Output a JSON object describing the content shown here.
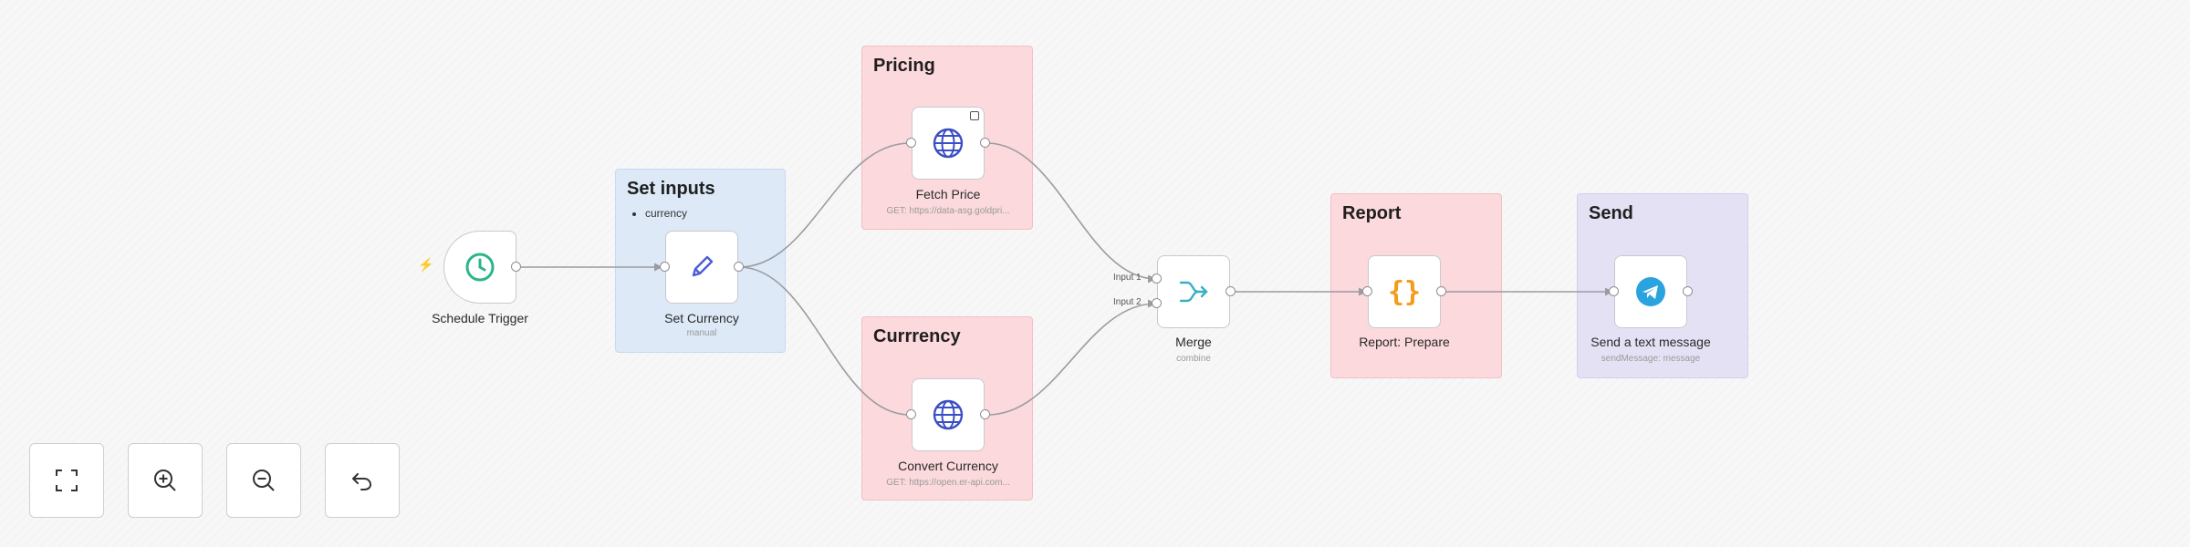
{
  "stickies": {
    "pricing": "Pricing",
    "set_inputs": {
      "title": "Set inputs",
      "items": [
        "currency"
      ]
    },
    "currency": "Currrency",
    "report": "Report",
    "send": "Send"
  },
  "nodes": {
    "schedule_trigger": {
      "label": "Schedule Trigger",
      "icon": "clock-icon"
    },
    "set_currency": {
      "label": "Set Currency",
      "sub": "manual",
      "icon": "pencil-icon"
    },
    "fetch_price": {
      "label": "Fetch Price",
      "sub": "GET: https://data-asg.goldpri...",
      "icon": "globe-icon"
    },
    "convert_currency": {
      "label": "Convert Currency",
      "sub": "GET: https://open.er-api.com...",
      "icon": "globe-icon"
    },
    "merge": {
      "label": "Merge",
      "sub": "combine",
      "inputs": [
        "Input 1",
        "Input 2"
      ],
      "icon": "merge-icon"
    },
    "report_prepare": {
      "label": "Report: Prepare",
      "icon": "braces-icon"
    },
    "send_message": {
      "label": "Send a text message",
      "sub": "sendMessage: message",
      "icon": "telegram-icon"
    }
  },
  "controls": [
    "fit-view",
    "zoom-in",
    "zoom-out",
    "undo"
  ],
  "colors": {
    "trigger_bolt": "#f0604b",
    "clock": "#2bb58a",
    "globe": "#3b4fc4",
    "braces": "#f59b1a",
    "telegram": "#2aa3df",
    "merge": "#36b0c2"
  }
}
